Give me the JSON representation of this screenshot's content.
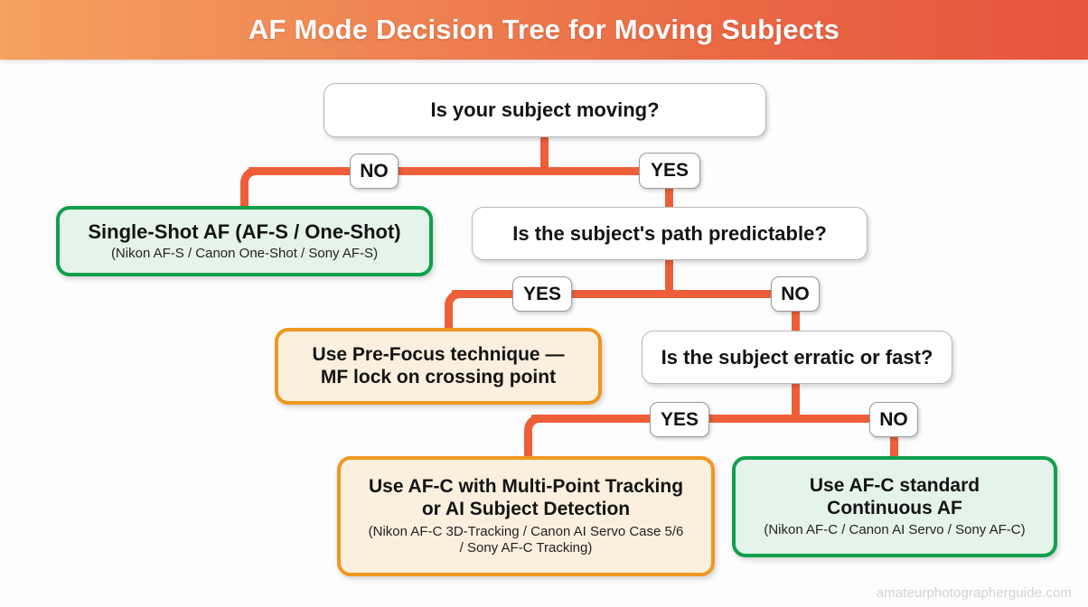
{
  "header": {
    "title": "AF Mode Decision Tree for Moving Subjects",
    "gradient_from": "#f5a05e",
    "gradient_to": "#e6553e"
  },
  "theme": {
    "connector_color": "#ee5f39",
    "green_border": "#10a04a",
    "green_fill": "#e5f4ea",
    "amber_border": "#ef9720",
    "amber_fill": "#fbf0dd",
    "question_border": "#b9b9b9",
    "question_fill": "#ffffff",
    "page_background": "#fdfdfd"
  },
  "flow": {
    "q1": {
      "text": "Is your subject moving?"
    },
    "q2": {
      "text": "Is the subject's path predictable?"
    },
    "q3": {
      "text": "Is the subject erratic or fast?"
    },
    "r1": {
      "title": "Single-Shot AF (AF-S / One-Shot)",
      "sub": "(Nikon AF-S / Canon One-Shot / Sony AF-S)"
    },
    "r2": {
      "title_line1": "Use Pre-Focus technique —",
      "title_line2": "MF lock on crossing point"
    },
    "r3": {
      "title_line1": "Use AF-C with Multi-Point Tracking",
      "title_line2": "or AI Subject Detection",
      "sub_line1": "(Nikon AF-C 3D-Tracking / Canon AI Servo Case 5/6",
      "sub_line2": "/ Sony AF-C Tracking)"
    },
    "r4": {
      "title_line1": "Use AF-C standard",
      "title_line2": "Continuous AF",
      "sub": "(Nikon AF-C / Canon AI Servo / Sony AF-C)"
    },
    "badges": {
      "q1_no": "NO",
      "q1_yes": "YES",
      "q2_yes": "YES",
      "q2_no": "NO",
      "q3_yes": "YES",
      "q3_no": "NO"
    }
  },
  "footer": {
    "watermark": "amateurphotographerguide.com"
  }
}
